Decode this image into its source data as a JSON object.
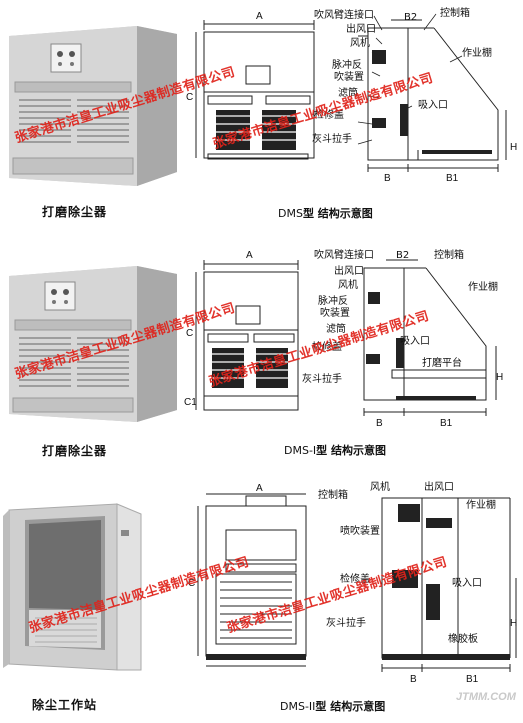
{
  "panels": [
    {
      "caption": "打磨除尘器",
      "title_model": "DMS",
      "title_suffix": "型 结构示意图",
      "labels": {
        "inlet_joint": "吹风臂连接口",
        "b2": "B2",
        "control_box": "控制箱",
        "outlet": "出风口",
        "fan": "风机",
        "pulse1": "脉冲反",
        "pulse2": "吹装置",
        "filter": "滤筒",
        "shed": "作业棚",
        "suction": "吸入口",
        "hatch": "检修盖",
        "hopper": "灰斗拉手",
        "a": "A",
        "c": "C",
        "h": "H",
        "b": "B",
        "b1": "B1"
      },
      "watermark": "张家港市洁皇工业吸尘器制造有限公司"
    },
    {
      "caption": "打磨除尘器",
      "title_model": "DMS-Ⅰ",
      "title_suffix": "型 结构示意图",
      "labels": {
        "inlet_joint": "吹风臂连接口",
        "b2": "B2",
        "control_box": "控制箱",
        "outlet": "出风口",
        "fan": "风机",
        "pulse1": "脉冲反",
        "pulse2": "吹装置",
        "filter": "滤筒",
        "shed": "作业棚",
        "suction": "吸入口",
        "hatch": "检修盖",
        "platform": "打磨平台",
        "hopper": "灰斗拉手",
        "a": "A",
        "c": "C",
        "c1": "C1",
        "h": "H",
        "b": "B",
        "b1": "B1"
      },
      "watermark": "张家港市洁皇工业吸尘器制造有限公司"
    },
    {
      "caption": "除尘工作站",
      "title_model": "DMS-II",
      "title_suffix": "型 结构示意图",
      "labels": {
        "control_box": "控制箱",
        "fan": "风机",
        "outlet": "出风口",
        "shed": "作业棚",
        "spray": "喷吹装置",
        "hatch": "检修盖",
        "suction": "吸入口",
        "hopper": "灰斗拉手",
        "rubber": "橡胶板",
        "a": "A",
        "c": "C",
        "h": "H",
        "b": "B",
        "b1": "B1"
      },
      "watermark": "张家港市洁皇工业吸尘器制造有限公司"
    }
  ],
  "site_mark": "JTMM.COM"
}
